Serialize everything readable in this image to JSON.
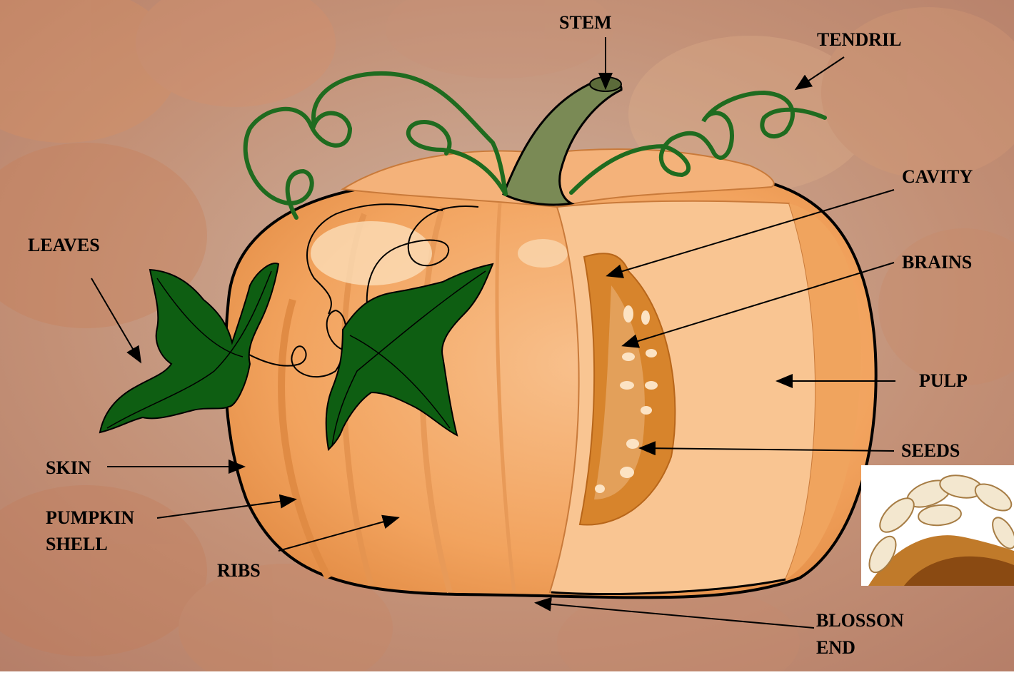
{
  "diagram": {
    "labels": {
      "stem": "STEM",
      "tendril": "TENDRIL",
      "cavity": "CAVITY",
      "brains": "BRAINS",
      "leaves": "LEAVES",
      "pulp": "PULP",
      "seeds": "SEEDS",
      "skin": "SKIN",
      "pumpkin_shell_1": "PUMPKIN",
      "pumpkin_shell_2": "SHELL",
      "ribs": "RIBS",
      "blossom_end_1": "BLOSSON",
      "blossom_end_2": "END"
    }
  },
  "colors": {
    "pumpkin": "#F2A35E",
    "pumpkin_light": "#F8C08C",
    "pulp": "#F9C592",
    "cavity": "#D7842C",
    "leaf": "#0E5E12",
    "tendril": "#1F6B1F",
    "stem": "#7A8A55",
    "background": "#C8967A"
  },
  "icons": {
    "seed_photo": "pumpkin-seeds-photo"
  }
}
